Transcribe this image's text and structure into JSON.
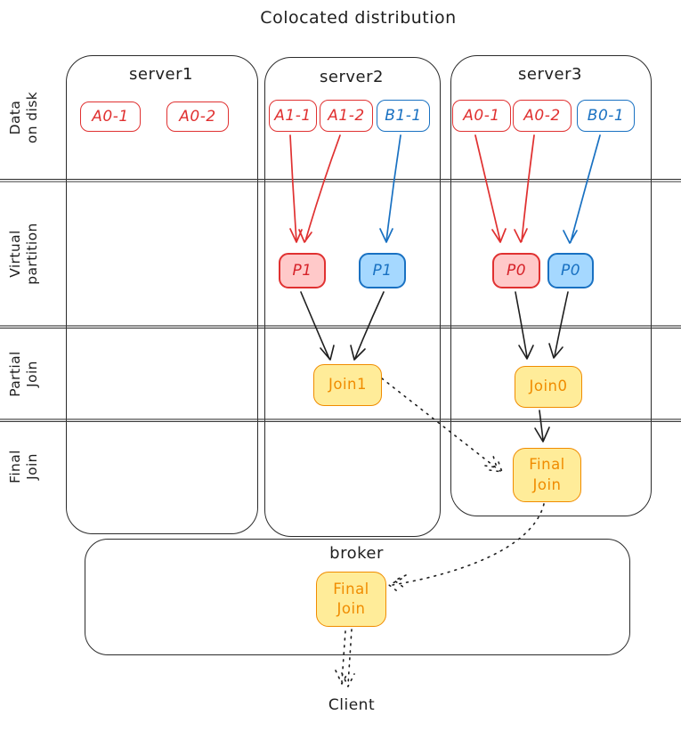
{
  "title": "Colocated distribution",
  "row_labels": [
    {
      "text": "Data\non disk"
    },
    {
      "text": "Virtual\npartition"
    },
    {
      "text": "Partial\nJoin"
    },
    {
      "text": "Final\nJoin"
    }
  ],
  "servers": [
    {
      "name": "server1",
      "shards": [
        {
          "label": "A0-1"
        },
        {
          "label": "A0-2"
        }
      ]
    },
    {
      "name": "server2",
      "shards": [
        {
          "label": "A1-1"
        },
        {
          "label": "A1-2"
        },
        {
          "label": "B1-1"
        }
      ],
      "partitions": [
        {
          "label": "P1"
        },
        {
          "label": "P1"
        }
      ],
      "partial_join": {
        "label": "Join1"
      }
    },
    {
      "name": "server3",
      "shards": [
        {
          "label": "A0-1"
        },
        {
          "label": "A0-2"
        },
        {
          "label": "B0-1"
        }
      ],
      "partitions": [
        {
          "label": "P0"
        },
        {
          "label": "P0"
        }
      ],
      "partial_join": {
        "label": "Join0"
      },
      "final_join": {
        "label": "Final\nJoin"
      }
    }
  ],
  "broker": {
    "name": "broker",
    "final_join": {
      "label": "Final\nJoin"
    }
  },
  "client": {
    "label": "Client"
  },
  "colors": {
    "ink": "#1e1e1e",
    "red_stroke": "#e03131",
    "red_fill": "#ffc9c9",
    "blue_stroke": "#1971c2",
    "blue_fill": "#a5d8ff",
    "orange_stroke": "#f08c00",
    "orange_fill": "#ffec99"
  },
  "edges": [
    {
      "from": "server2 A1-1",
      "to": "server2 P1 (red)",
      "style": "solid",
      "color": "red"
    },
    {
      "from": "server2 A1-2",
      "to": "server2 P1 (red)",
      "style": "solid",
      "color": "red"
    },
    {
      "from": "server2 B1-1",
      "to": "server2 P1 (blue)",
      "style": "solid",
      "color": "blue"
    },
    {
      "from": "server3 A0-1",
      "to": "server3 P0 (red)",
      "style": "solid",
      "color": "red"
    },
    {
      "from": "server3 A0-2",
      "to": "server3 P0 (red)",
      "style": "solid",
      "color": "red"
    },
    {
      "from": "server3 B0-1",
      "to": "server3 P0 (blue)",
      "style": "solid",
      "color": "blue"
    },
    {
      "from": "server2 P1 (red)",
      "to": "Join1",
      "style": "solid",
      "color": "black"
    },
    {
      "from": "server2 P1 (blue)",
      "to": "Join1",
      "style": "solid",
      "color": "black"
    },
    {
      "from": "server3 P0 (red)",
      "to": "Join0",
      "style": "solid",
      "color": "black"
    },
    {
      "from": "server3 P0 (blue)",
      "to": "Join0",
      "style": "solid",
      "color": "black"
    },
    {
      "from": "Join0",
      "to": "server3 Final Join",
      "style": "solid",
      "color": "black"
    },
    {
      "from": "Join1",
      "to": "server3 Final Join",
      "style": "dotted",
      "color": "black"
    },
    {
      "from": "server3 Final Join",
      "to": "broker Final Join",
      "style": "dotted",
      "color": "black"
    },
    {
      "from": "broker Final Join",
      "to": "Client",
      "style": "dotted",
      "color": "black"
    }
  ]
}
